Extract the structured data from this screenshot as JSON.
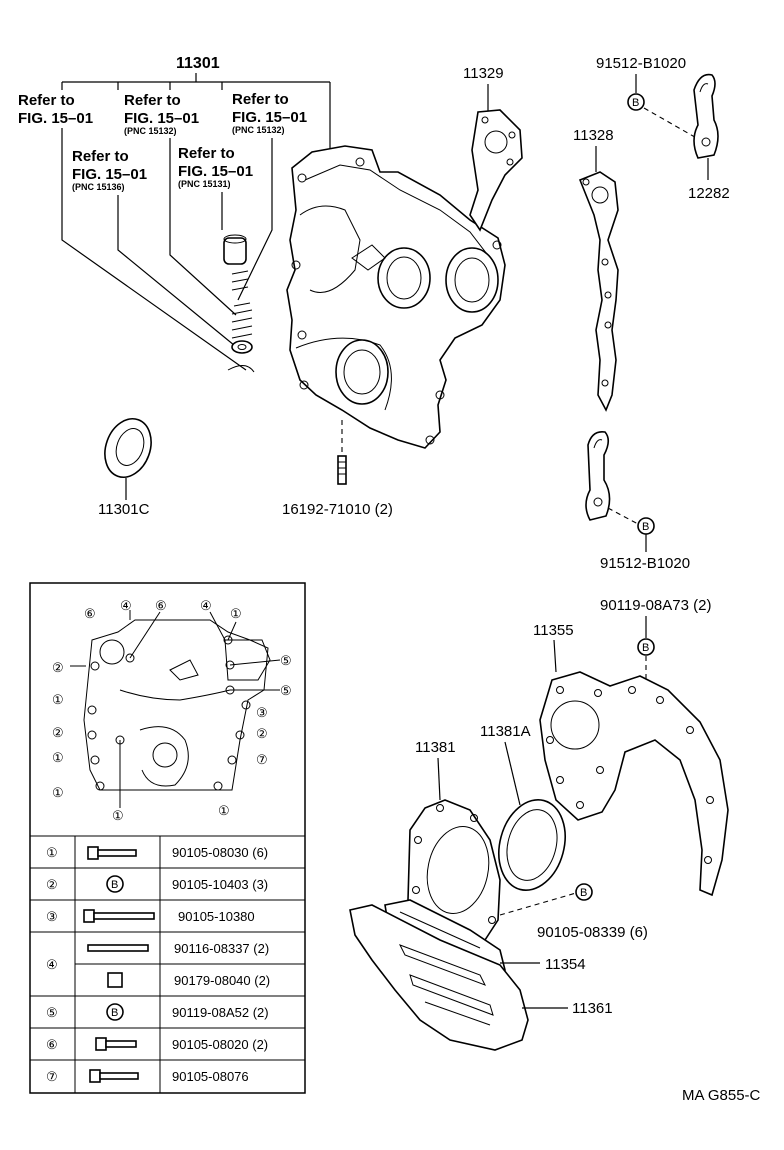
{
  "callouts": {
    "p11301": "11301",
    "p11329": "11329",
    "p91512_top": "91512-B1020",
    "p11328": "11328",
    "p12282": "12282",
    "p11301C": "11301C",
    "p16192": "16192-71010 (2)",
    "p91512_bottom": "91512-B1020",
    "p90119_a73": "90119-08A73 (2)",
    "p11355": "11355",
    "p11381A": "11381A",
    "p11381": "11381",
    "p90105_08339": "90105-08339 (6)",
    "p11354": "11354",
    "p11361": "11361"
  },
  "refs": [
    {
      "line1": "Refer to",
      "line2": "FIG. 15–01",
      "pnc": ""
    },
    {
      "line1": "Refer to",
      "line2": "FIG. 15–01",
      "pnc": "(PNC 15136)"
    },
    {
      "line1": "Refer to",
      "line2": "FIG. 15–01",
      "pnc": "(PNC 15132)"
    },
    {
      "line1": "Refer to",
      "line2": "FIG. 15–01",
      "pnc": "(PNC 15131)"
    },
    {
      "line1": "Refer to",
      "line2": "FIG. 15–01",
      "pnc": "(PNC 15132)"
    }
  ],
  "bolt_marker": "B",
  "location_markers": {
    "m1": "①",
    "m2": "②",
    "m3": "③",
    "m4": "④",
    "m5": "⑤",
    "m6": "⑥",
    "m7": "⑦"
  },
  "table": [
    {
      "key": "①",
      "icon": "bolt-flange-icon",
      "part": "90105-08030 (6)"
    },
    {
      "key": "②",
      "icon": "b-marker-icon",
      "part": "90105-10403 (3)"
    },
    {
      "key": "③",
      "icon": "bolt-long-icon",
      "part": "90105-10380"
    },
    {
      "key": "④",
      "icon": "stud-icon",
      "part": "90116-08337 (2)"
    },
    {
      "key": "",
      "icon": "nut-icon",
      "part": "90179-08040 (2)"
    },
    {
      "key": "⑤",
      "icon": "b-marker-icon",
      "part": "90119-08A52 (2)"
    },
    {
      "key": "⑥",
      "icon": "bolt-short-icon",
      "part": "90105-08020 (2)"
    },
    {
      "key": "⑦",
      "icon": "bolt-medium-icon",
      "part": "90105-08076"
    }
  ],
  "figure_code": "MA G855-C"
}
